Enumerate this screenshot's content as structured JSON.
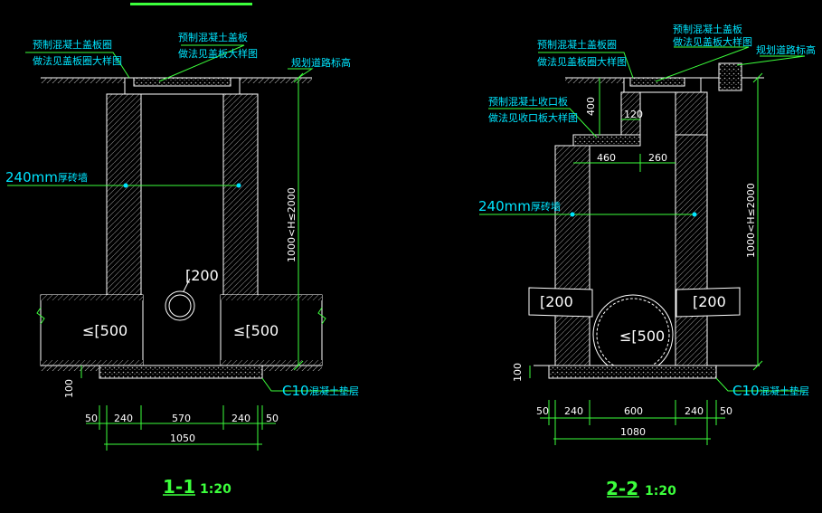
{
  "left": {
    "label_cover_ring": "预制混凝土盖板圈",
    "label_cover_ring_ref": "做法见盖板圈大样图",
    "label_cover_plate": "预制混凝土盖板",
    "label_cover_plate_ref": "做法见盖板大样图",
    "label_road": "规划道路标高",
    "label_wall_value": "240mm",
    "label_wall_text": "厚砖墙",
    "label_pipe_small": "[200",
    "label_pipe_left": "≤[500",
    "label_pipe_right": "≤[500",
    "label_height": "1000<H≤2000",
    "label_base": "C10",
    "label_base_text": "混凝土垫层",
    "dim_100": "100",
    "dims": [
      "50",
      "240",
      "570",
      "240",
      "50"
    ],
    "dim_total": "1050",
    "title": "1-1",
    "scale": "1:20"
  },
  "right": {
    "label_cover_ring": "预制混凝土盖板圈",
    "label_cover_ring_ref": "做法见盖板圈大样图",
    "label_cover_plate": "预制混凝土盖板",
    "label_cover_plate_ref": "做法见盖板大样图",
    "label_road": "规划道路标高",
    "label_throat": "预制混凝土收口板",
    "label_throat_ref": "做法见收口板大样图",
    "label_400": "400",
    "label_120": "120",
    "label_460": "460",
    "label_260": "260",
    "label_wall_value": "240mm",
    "label_wall_text": "厚砖墙",
    "label_pipe_left": "[200",
    "label_pipe_right": "[200",
    "label_pipe_center": "≤[500",
    "label_height": "1000<H≤2000",
    "label_base": "C10",
    "label_base_text": "混凝土垫层",
    "dim_100": "100",
    "dims": [
      "50",
      "240",
      "600",
      "240",
      "50"
    ],
    "dim_total": "1080",
    "title": "2-2",
    "scale": "1:20"
  },
  "colors": {
    "outline": "#ffffff",
    "leader": "#3cff3c",
    "text_cyan": "#00e5ff",
    "dim": "#3cff3c",
    "hatch": "#9a9a9a"
  }
}
